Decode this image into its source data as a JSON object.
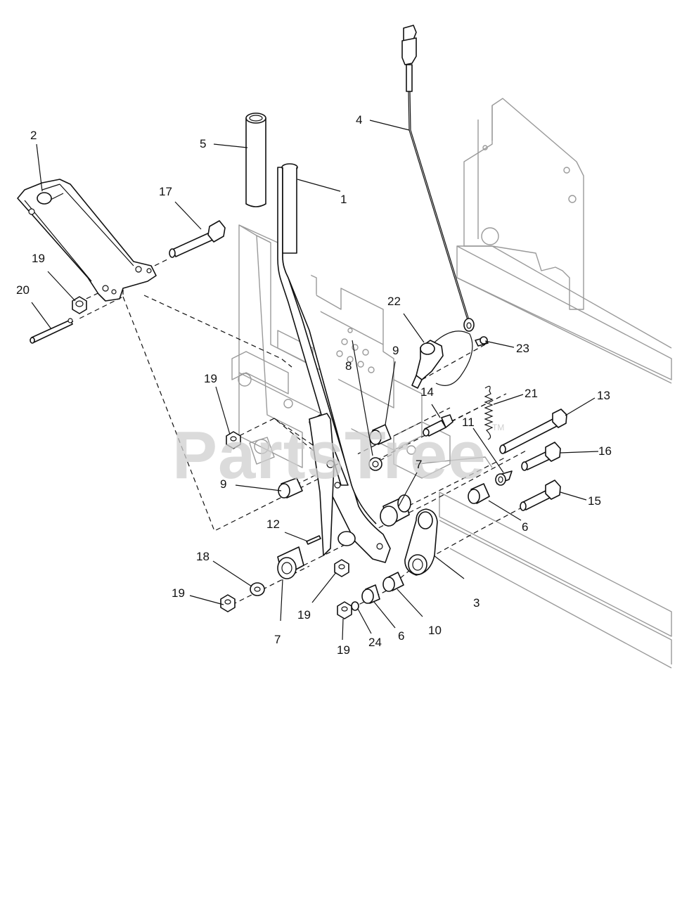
{
  "watermark": {
    "text": "PartsTree",
    "trademark": "TM"
  },
  "callouts": [
    {
      "id": "c1",
      "label": "1"
    },
    {
      "id": "c2",
      "label": "2"
    },
    {
      "id": "c3",
      "label": "3"
    },
    {
      "id": "c4",
      "label": "4"
    },
    {
      "id": "c5",
      "label": "5"
    },
    {
      "id": "c6a",
      "label": "6"
    },
    {
      "id": "c6b",
      "label": "6"
    },
    {
      "id": "c7a",
      "label": "7"
    },
    {
      "id": "c7b",
      "label": "7"
    },
    {
      "id": "c8",
      "label": "8"
    },
    {
      "id": "c9a",
      "label": "9"
    },
    {
      "id": "c9b",
      "label": "9"
    },
    {
      "id": "c10",
      "label": "10"
    },
    {
      "id": "c11",
      "label": "11"
    },
    {
      "id": "c12",
      "label": "12"
    },
    {
      "id": "c13",
      "label": "13"
    },
    {
      "id": "c14",
      "label": "14"
    },
    {
      "id": "c15",
      "label": "15"
    },
    {
      "id": "c16",
      "label": "16"
    },
    {
      "id": "c17",
      "label": "17"
    },
    {
      "id": "c18",
      "label": "18"
    },
    {
      "id": "c19a",
      "label": "19"
    },
    {
      "id": "c19b",
      "label": "19"
    },
    {
      "id": "c19c",
      "label": "19"
    },
    {
      "id": "c19d",
      "label": "19"
    },
    {
      "id": "c19e",
      "label": "19"
    },
    {
      "id": "c20",
      "label": "20"
    },
    {
      "id": "c21",
      "label": "21"
    },
    {
      "id": "c22",
      "label": "22"
    },
    {
      "id": "c23",
      "label": "23"
    },
    {
      "id": "c24",
      "label": "24"
    }
  ]
}
